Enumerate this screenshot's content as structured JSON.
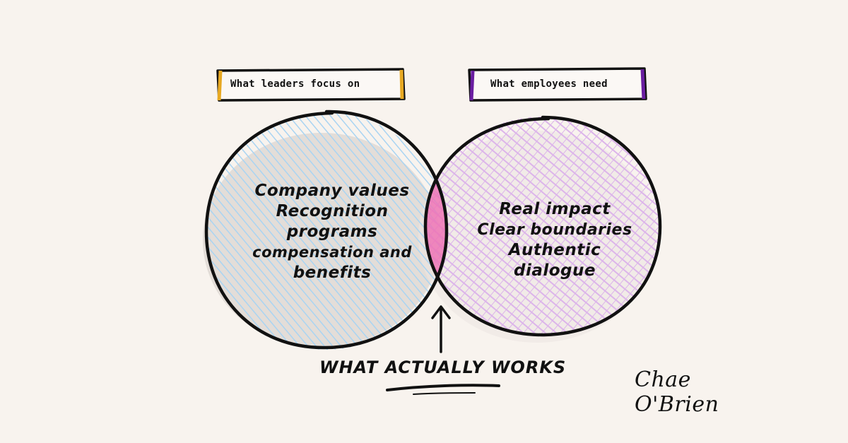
{
  "labels": {
    "left": "What leaders focus on",
    "right": "What employees need"
  },
  "left_circle": {
    "lines": [
      "Company values",
      "Recognition",
      "programs",
      "compensation and",
      "benefits"
    ]
  },
  "right_circle": {
    "lines": [
      "Real impact",
      "Clear boundaries",
      "Authentic",
      "dialogue"
    ]
  },
  "intersection_label": "WHAT ACTUALLY WORKS",
  "signature": "Chae O'Brien",
  "colors": {
    "background": "#f8f3ee",
    "left_fill": "#a9d4f2",
    "right_fill": "#dcb4ea",
    "overlap_fill": "#ef6fb3",
    "left_tab": "#e8a922",
    "right_tab": "#6a1ea1",
    "ink": "#111111"
  }
}
